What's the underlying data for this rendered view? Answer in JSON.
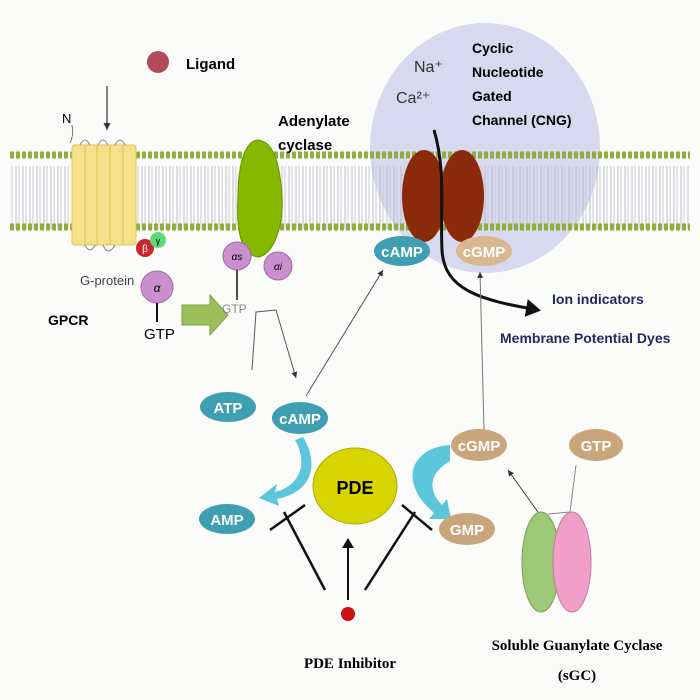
{
  "labels": {
    "ligand": "Ligand",
    "n_terminus": "N",
    "g_protein": "G-protein",
    "gpcr": "GPCR",
    "gtp_alpha": "GTP",
    "gtp_ac": "GTP",
    "beta": "β",
    "gamma": "γ",
    "alpha": "α",
    "alpha_s": "αs",
    "alpha_i": "αi",
    "adenylate": "Adenylate",
    "cyclase": "cyclase",
    "na": "Na⁺",
    "ca": "Ca²⁺",
    "cng_1": "Cyclic",
    "cng_2": "Nucleotide",
    "cng_3": "Gated",
    "cng_4": "Channel (CNG)",
    "camp_channel": "cAMP",
    "cgmp_channel": "cGMP",
    "ion_indicators": "Ion indicators",
    "membrane_dyes": "Membrane Potential Dyes",
    "atp": "ATP",
    "camp": "cAMP",
    "amp": "AMP",
    "pde": "PDE",
    "cgmp": "cGMP",
    "gmp": "GMP",
    "gtp_sgc": "GTP",
    "pde_inhibitor": "PDE Inhibitor",
    "sgc_1": "Soluble Guanylate Cyclase",
    "sgc_2": "(sGC)"
  },
  "colors": {
    "membrane_head": "#8fae3c",
    "lavender": "#d9d9ee",
    "camp_blue": "#3f9fb2",
    "cgmp_tan": "#c9a57c",
    "pde_yellow": "#d8d400",
    "channel_brown": "#8a2a0a",
    "adenylate_green": "#86b800",
    "navy": "#1f2a5a"
  }
}
